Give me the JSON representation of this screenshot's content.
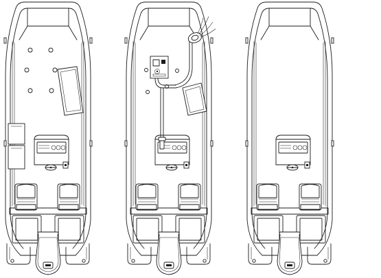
{
  "diagram": {
    "views": [
      {
        "id": "hull-view-1",
        "features": [
          "deck-hatches",
          "deck-locker",
          "storage-boxes",
          "console",
          "seats",
          "outboard-motor"
        ]
      },
      {
        "id": "hull-view-2",
        "features": [
          "control-box",
          "cable-routing",
          "cable-inlet",
          "deck-locker",
          "console",
          "seats",
          "outboard-motor"
        ]
      },
      {
        "id": "hull-view-3",
        "features": [
          "console",
          "seats",
          "outboard-motor"
        ]
      }
    ],
    "stroke_color": "#1a1a1a",
    "background": "#ffffff"
  }
}
